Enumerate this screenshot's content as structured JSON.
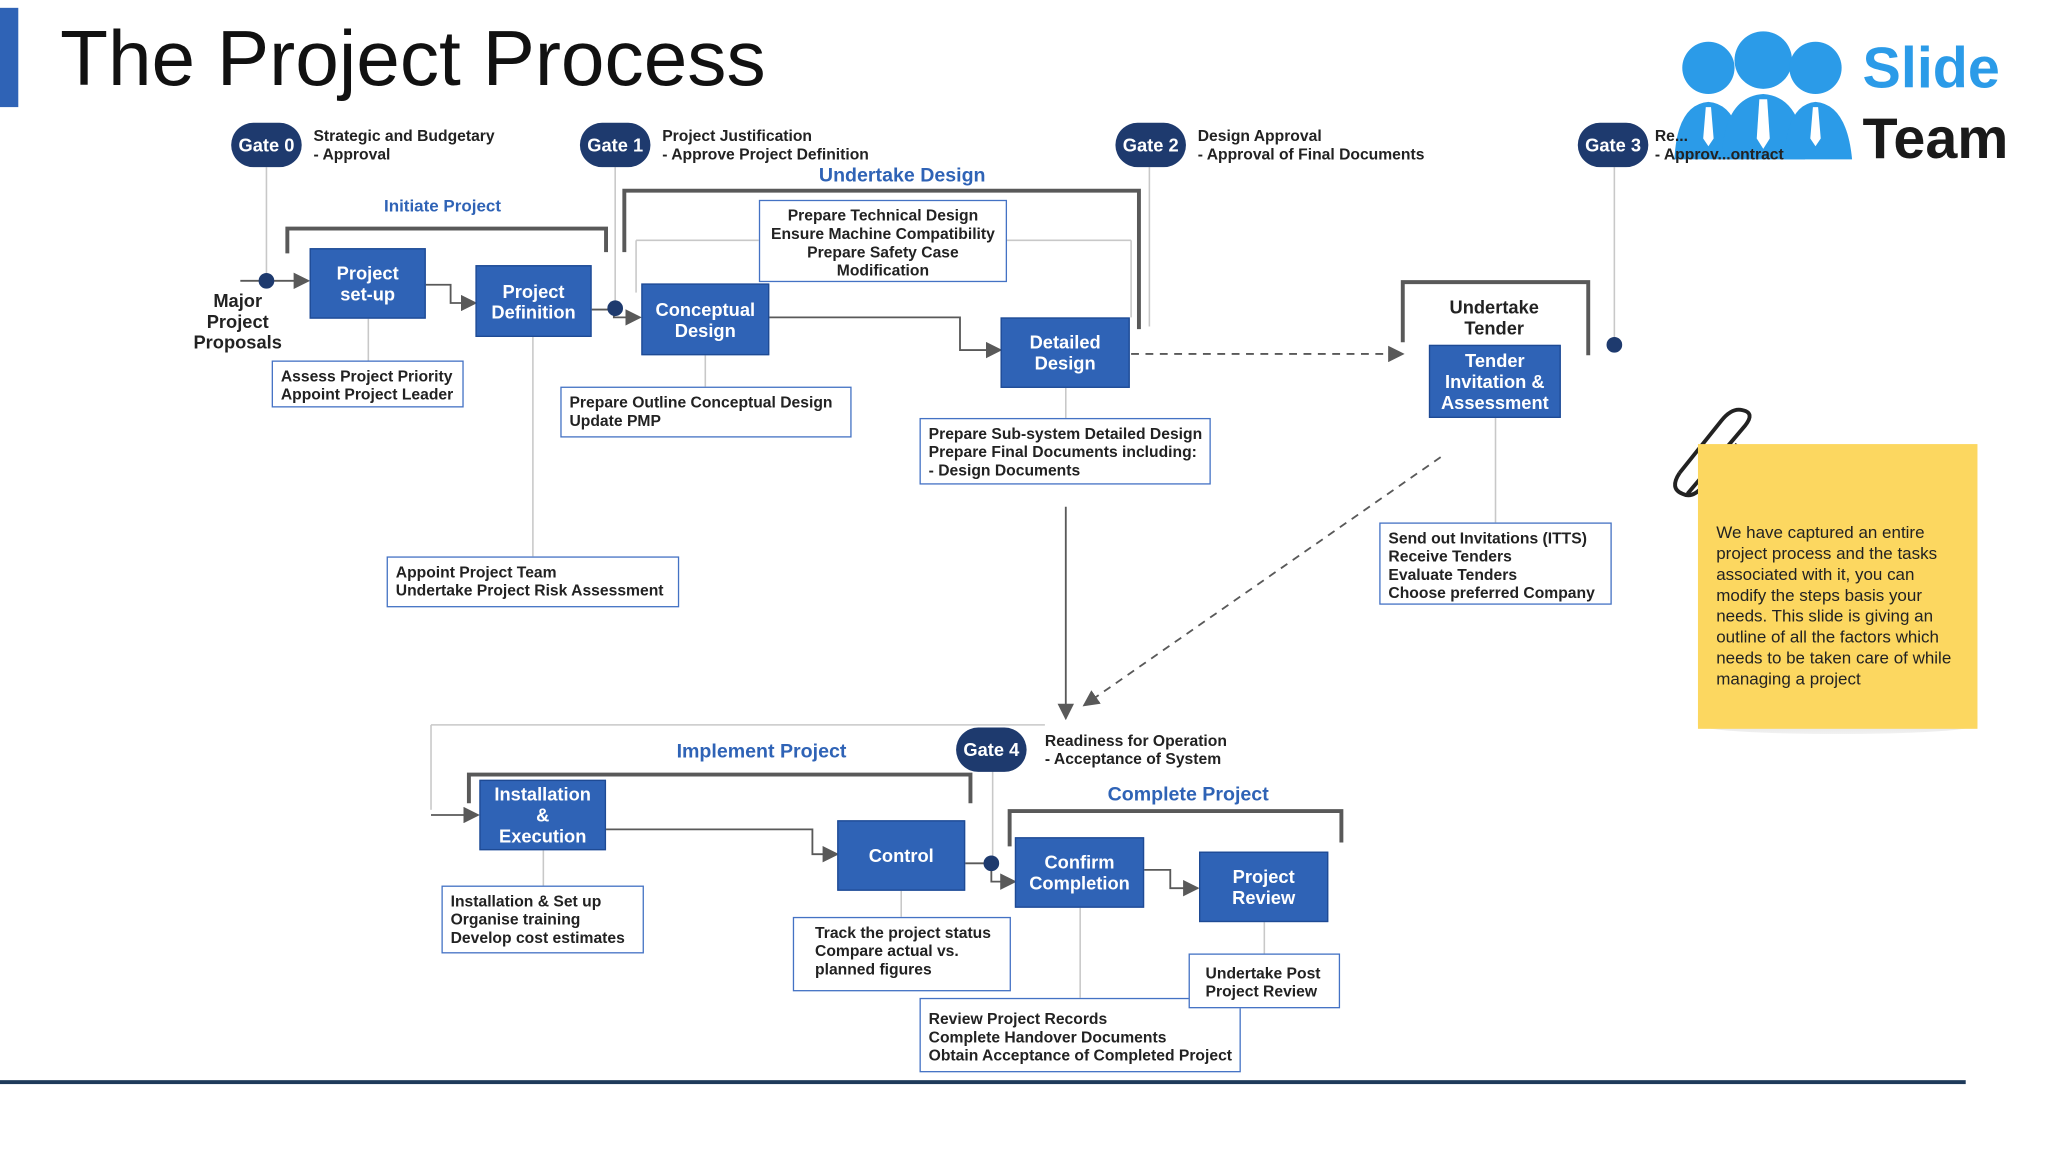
{
  "title": "The Project Process",
  "brand": {
    "line1": "Slide",
    "line2": "Team",
    "accent": "#2b9be8"
  },
  "colors": {
    "step_fill": "#2f63b6",
    "gate_fill": "#1e3a6e",
    "task_border": "#4472c4",
    "phase_text": "#2f63b6",
    "sticky": "#fcd760"
  },
  "gates": {
    "g0": {
      "label": "Gate 0",
      "note": "Strategic and Budgetary\n- Approval"
    },
    "g1": {
      "label": "Gate 1",
      "note": "Project Justification\n- Approve Project Definition"
    },
    "g2": {
      "label": "Gate 2",
      "note": "Design Approval\n- Approval of Final Documents"
    },
    "g3": {
      "label": "Gate 3",
      "note": "Re...\n- Approv...ontract"
    },
    "g4": {
      "label": "Gate 4",
      "note": "Readiness for Operation\n- Acceptance of System"
    }
  },
  "phases": {
    "initiate": "Initiate Project",
    "design": "Undertake Design",
    "implement": "Implement Project",
    "complete": "Complete Project"
  },
  "steps": {
    "major": "Major\nProject\nProposals",
    "setup": "Project\nset-up",
    "definition": "Project\nDefinition",
    "conceptual": "Conceptual\nDesign",
    "detailed": "Detailed\nDesign",
    "tender_heading": "Undertake\nTender",
    "tender": "Tender\nInvitation &\nAssessment",
    "installation": "Installation\n&\nExecution",
    "control": "Control",
    "confirm": "Confirm\nCompletion",
    "review": "Project\nReview"
  },
  "tasks": {
    "setup": "Assess Project Priority\nAppoint Project Leader",
    "team": "Appoint Project Team\nUndertake Project Risk Assessment",
    "conceptual": "Prepare Outline Conceptual Design\nUpdate PMP",
    "technical": "Prepare Technical Design\nEnsure Machine Compatibility\nPrepare Safety Case\nModification",
    "detailed": "Prepare Sub-system Detailed Design\nPrepare Final Documents including:\n- Design Documents",
    "tender": "Send out Invitations (ITTS)\nReceive Tenders\nEvaluate Tenders\nChoose preferred Company",
    "installation": "Installation & Set up\nOrganise training\nDevelop cost estimates",
    "control": "Track the project status\nCompare actual vs.\nplanned figures",
    "confirm": "Review Project Records\nComplete Handover Documents\nObtain Acceptance of Completed Project",
    "review": "Undertake Post\nProject Review"
  },
  "note": "We have captured an entire project process and the tasks associated with it, you can modify the steps basis your needs. This slide is giving an outline of all the factors which needs to be taken care of while managing a project"
}
